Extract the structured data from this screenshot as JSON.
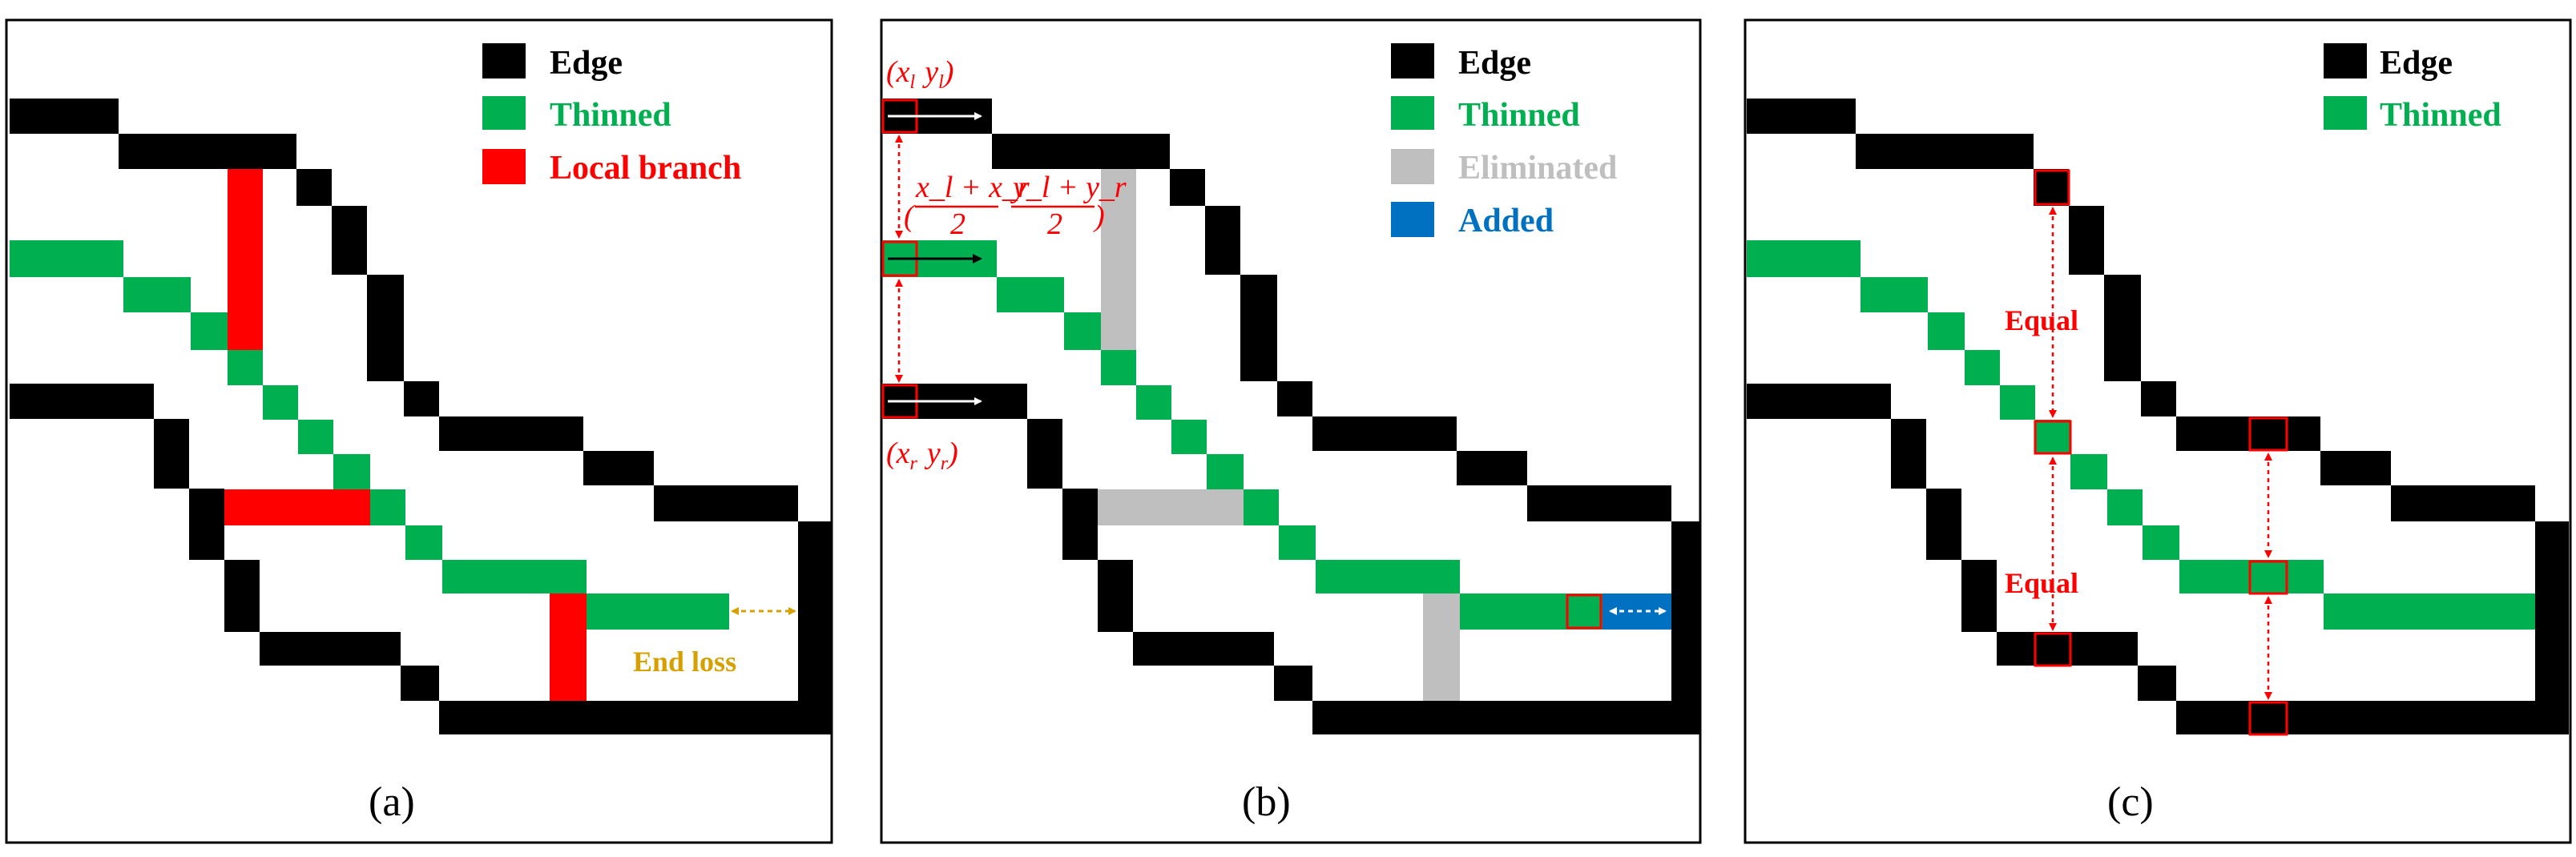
{
  "colors": {
    "edge": "#000000",
    "thinned": "#00b050",
    "local_branch": "#ff0000",
    "eliminated": "#bfbfbf",
    "added": "#0070c0",
    "end_loss": "#d6a000",
    "marker": "#ff0000"
  },
  "panel_a": {
    "caption": "(a)",
    "legend": {
      "edge": "Edge",
      "thinned": "Thinned",
      "local_branch": "Local branch"
    },
    "end_loss": "End loss"
  },
  "panel_b": {
    "caption": "(b)",
    "legend": {
      "edge": "Edge",
      "thinned": "Thinned",
      "eliminated": "Eliminated",
      "added": "Added"
    },
    "left_point": {
      "open": "(",
      "x": "x",
      "x_sub": "l",
      "y": "y",
      "y_sub": "l",
      "close": ")"
    },
    "right_point": {
      "open": "(",
      "x": "x",
      "x_sub": "r",
      "y": "y",
      "y_sub": "r",
      "close": ")"
    },
    "midpoint": {
      "open": "(",
      "x_num": "x_l + x_r",
      "x_den": "2",
      "y_num": "y_l + y_r",
      "y_den": "2",
      "close": ")"
    }
  },
  "panel_c": {
    "caption": "(c)",
    "legend": {
      "edge": "Edge",
      "thinned": "Thinned"
    },
    "equal_top": "Equal",
    "equal_bottom": "Equal"
  }
}
